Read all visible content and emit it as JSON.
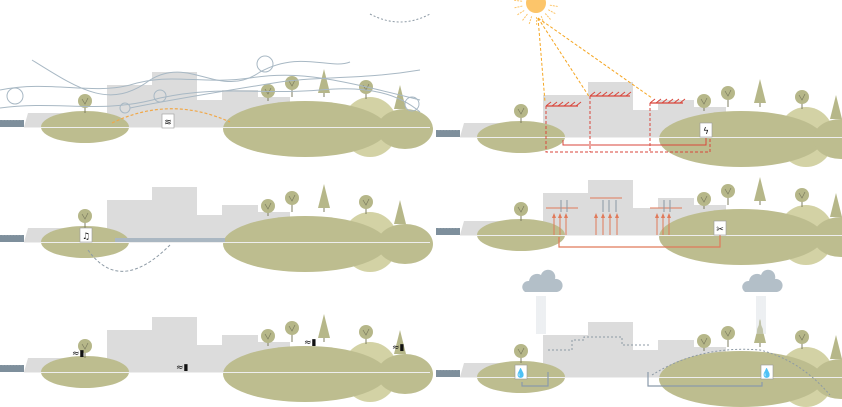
{
  "figure": {
    "panels": [
      {
        "id": "wind",
        "icon": "wind-sensor-icon"
      },
      {
        "id": "solar",
        "icon": "lightning-bolt-icon"
      },
      {
        "id": "noise",
        "icon": "music-note-icon"
      },
      {
        "id": "heat",
        "icon": "tools-icon"
      },
      {
        "id": "connectivity",
        "icon": "wifi-icon"
      },
      {
        "id": "rain",
        "icon": "water-drop-icon"
      }
    ]
  },
  "colors": {
    "hill": "#bdbd8f",
    "hill_light": "#d3d2a5",
    "building": "#dcdcdc",
    "water": "#7e8f9c",
    "wind": "#a8b8c4",
    "sun": "#fcc56a",
    "sun_ray": "#f5a623",
    "energy": "#d9463b",
    "heat": "#e07a5a",
    "cloud": "#b3bfc8",
    "dashed": "#8d9aa5",
    "tree": "#b6b789",
    "trunk": "#7d7d60"
  }
}
